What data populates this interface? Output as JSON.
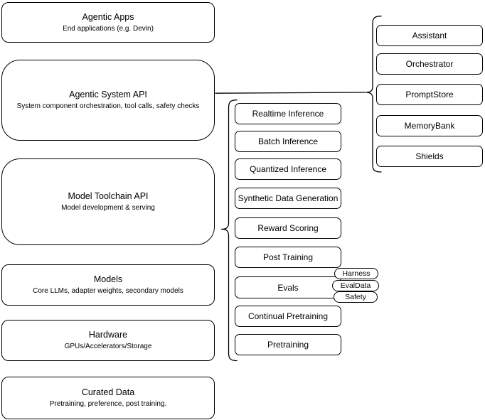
{
  "diagram": {
    "left_stack": [
      {
        "title": "Agentic Apps",
        "subtitle": "End applications (e.g. Devin)"
      },
      {
        "title": "Agentic System API",
        "subtitle": "System component orchestration, tool calls, safety checks"
      },
      {
        "title": "Model Toolchain API",
        "subtitle": "Model development & serving"
      },
      {
        "title": "Models",
        "subtitle": "Core LLMs, adapter weights, secondary models"
      },
      {
        "title": "Hardware",
        "subtitle": "GPUs/Accelerators/Storage"
      },
      {
        "title": "Curated Data",
        "subtitle": "Pretraining, preference, post training."
      }
    ],
    "toolchain_items": [
      "Realtime Inference",
      "Batch Inference",
      "Quantized Inference",
      "Synthetic Data Generation",
      "Reward Scoring",
      "Post Training",
      "Evals",
      "Continual Pretraining",
      "Pretraining"
    ],
    "evals_tags": [
      "Harness",
      "EvalData",
      "Safety"
    ],
    "system_items": [
      "Assistant",
      "Orchestrator",
      "PromptStore",
      "MemoryBank",
      "Shields"
    ],
    "colors": {
      "stroke": "#000000",
      "fill": "#ffffff",
      "background": "#ffffff"
    }
  }
}
